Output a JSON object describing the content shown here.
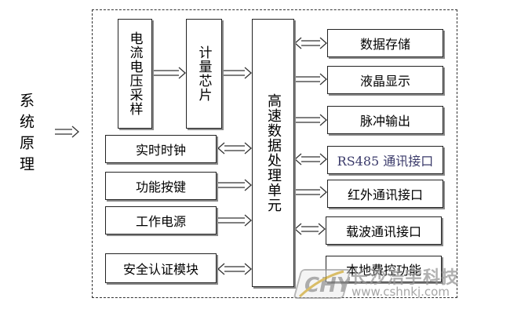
{
  "side_label": "系统原理",
  "inputs": {
    "current_voltage": "电流电压采样",
    "metering_chip": "计量芯片",
    "rtc": "实时时钟",
    "keys": "功能按键",
    "power": "工作电源",
    "security": "安全认证模块"
  },
  "processor": "高速数据处理单元",
  "outputs": {
    "storage": "数据存储",
    "lcd": "液晶显示",
    "pulse": "脉冲输出",
    "rs485": "RS485 通讯接口",
    "infrared": "红外通讯接口",
    "carrier": "载波通讯接口",
    "local": "本地费控功能"
  },
  "watermark": {
    "cn": "长沙浩宇科技",
    "url": "www.cshnkj.com"
  }
}
